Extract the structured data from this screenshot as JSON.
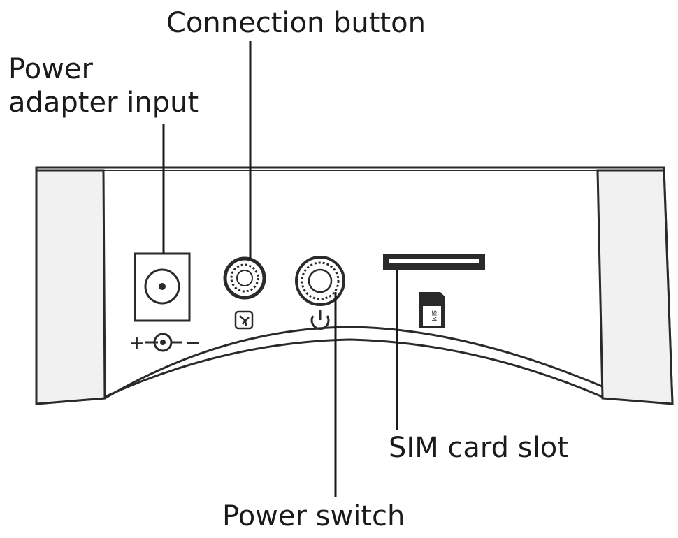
{
  "labels": {
    "connection_button": "Connection button",
    "power_adapter_line1": "Power",
    "power_adapter_line2": "adapter input",
    "sim_card_slot": "SIM card slot",
    "power_switch": "Power switch"
  },
  "device": {
    "polarity_plus": "+",
    "polarity_minus": "−",
    "sim_icon_text": "SIM"
  },
  "colors": {
    "ink": "#1a1a1a",
    "panel_line": "#2a2a2a",
    "side_shade": "#f1f1f1"
  }
}
